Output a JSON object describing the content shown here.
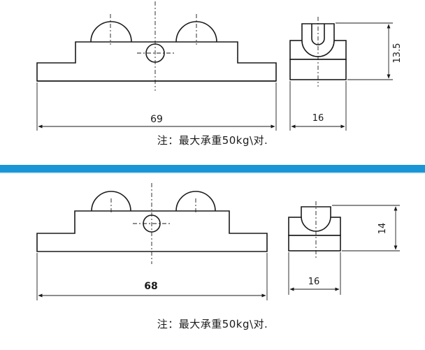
{
  "colors": {
    "ink": "#1a1a1a",
    "separator": "#1a95d6"
  },
  "top_drawing": {
    "front_view": {
      "length_dim": "69"
    },
    "side_view": {
      "width_dim": "16",
      "height_dim": "13.5"
    },
    "note": "注：最大承重50kg\\对."
  },
  "bottom_drawing": {
    "front_view": {
      "length_dim": "68"
    },
    "side_view": {
      "width_dim": "16",
      "height_dim": "14"
    },
    "note": "注：最大承重50kg\\对."
  }
}
